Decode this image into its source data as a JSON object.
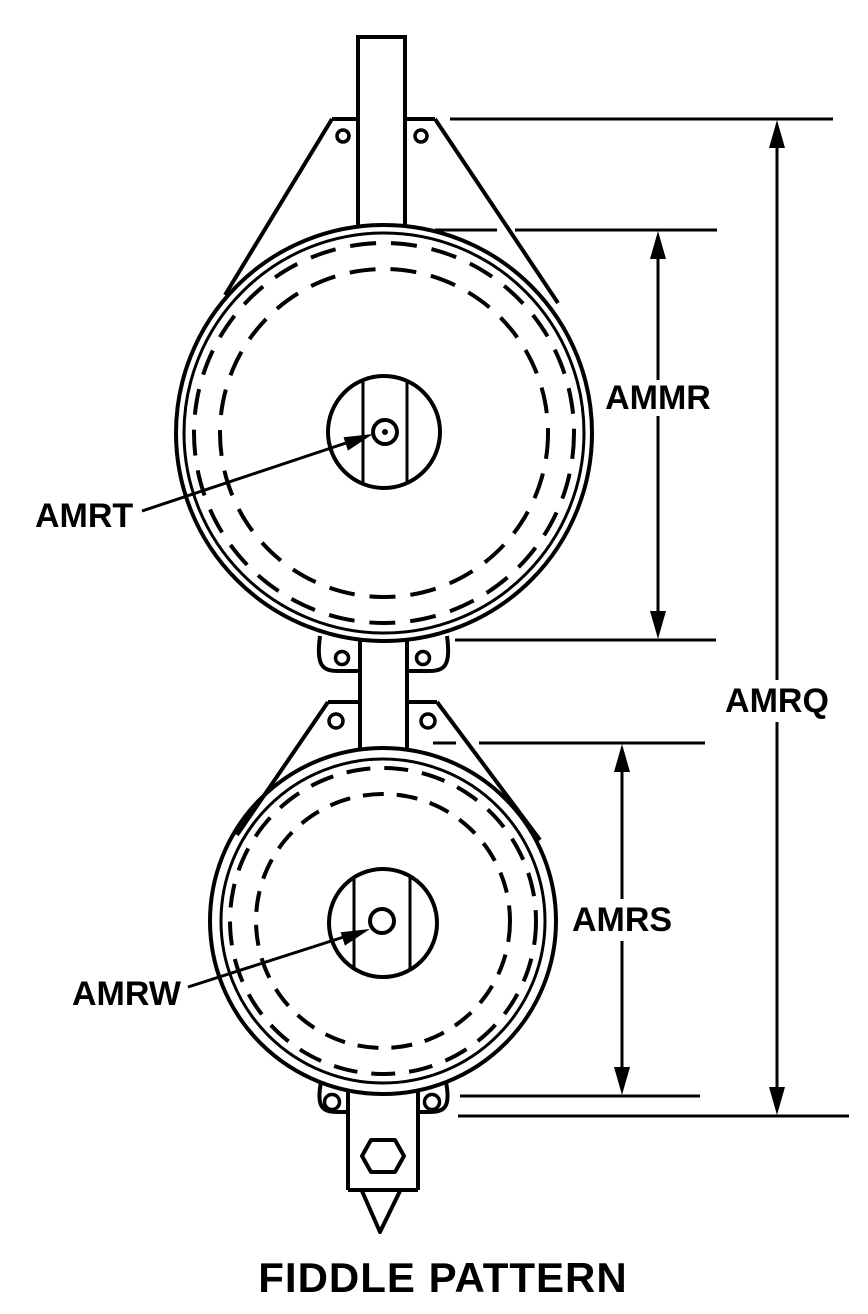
{
  "title": "FIDDLE PATTERN",
  "colors": {
    "line": "#000000",
    "background": "#ffffff"
  },
  "labels": {
    "ammr": "AMMR",
    "amrq": "AMRQ",
    "amrs": "AMRS",
    "amrt": "AMRT",
    "amrw": "AMRW"
  },
  "callouts": [
    {
      "label": "AMMR",
      "kind": "vertical-dimension",
      "points_to": "upper sheave housing height"
    },
    {
      "label": "AMRQ",
      "kind": "vertical-dimension",
      "points_to": "overall block height"
    },
    {
      "label": "AMRS",
      "kind": "vertical-dimension",
      "points_to": "lower sheave housing height"
    },
    {
      "label": "AMRT",
      "kind": "leader-arrow",
      "points_to": "upper sheave center pin"
    },
    {
      "label": "AMRW",
      "kind": "leader-arrow",
      "points_to": "lower sheave center hole"
    }
  ]
}
